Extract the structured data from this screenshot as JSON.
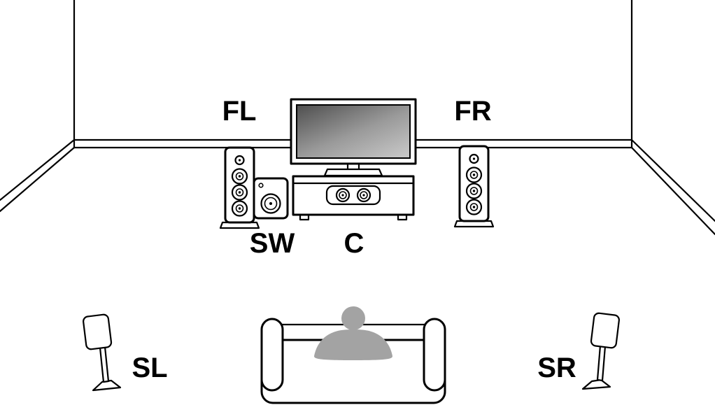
{
  "diagram": {
    "labels": {
      "front_left": "FL",
      "front_right": "FR",
      "subwoofer": "SW",
      "center": "C",
      "surround_left": "SL",
      "surround_right": "SR"
    },
    "colors": {
      "line": "#000000",
      "background": "#ffffff",
      "person_silhouette": "#a3a3a3",
      "tv_screen_dark": "#4e4e4e",
      "tv_screen_mid": "#9a9a9a",
      "tv_screen_light": "#c6c6c6"
    }
  }
}
